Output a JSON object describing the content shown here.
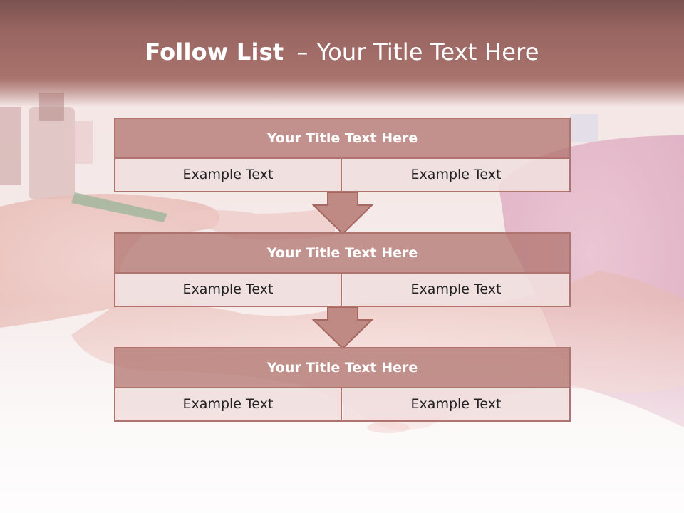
{
  "slide": {
    "title_bold": "Follow List",
    "title_dash": "–",
    "title_rest": "Your Title Text Here"
  },
  "blocks": [
    {
      "title": "Your Title Text Here",
      "left_text": "Example Text",
      "right_text": "Example Text"
    },
    {
      "title": "Your Title Text Here",
      "left_text": "Example Text",
      "right_text": "Example Text"
    },
    {
      "title": "Your Title Text Here",
      "left_text": "Example Text",
      "right_text": "Example Text"
    }
  ],
  "colors": {
    "header": "#a9736d",
    "block_title_fill": "#b47873",
    "block_border": "#b0746f",
    "cell_fill": "#f0dede",
    "arrow_fill": "#c08a84"
  },
  "icons": {
    "arrow": "down-arrow-icon"
  }
}
